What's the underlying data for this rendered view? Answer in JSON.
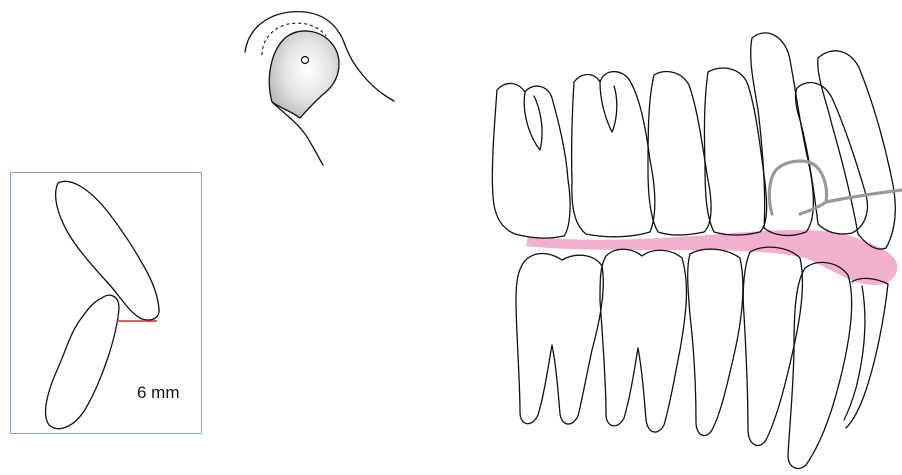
{
  "inset": {
    "measurement_label": "6 mm",
    "measurement_color": "#d9262b"
  },
  "colors": {
    "outline": "#111111",
    "gingival_line": "#f2a7c8",
    "wire": "#9a9a9a",
    "inset_border": "#8aa4c8"
  },
  "icons": [
    "condyle-outline",
    "incisor-overjet-diagram",
    "dental-arch-lateral-view",
    "orthodontic-wire"
  ]
}
